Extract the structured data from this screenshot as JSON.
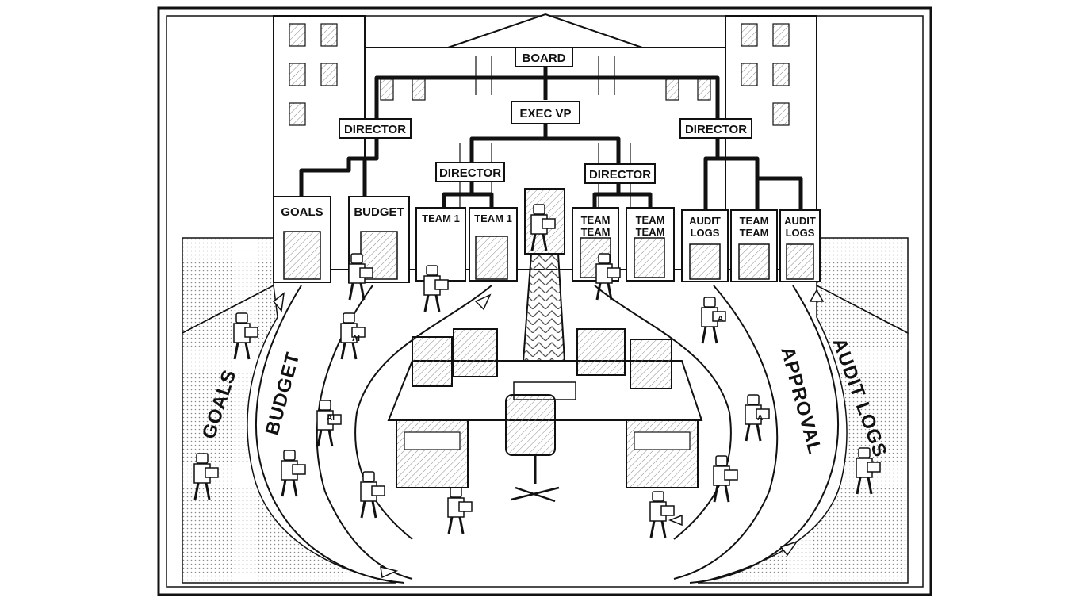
{
  "colors": {
    "ink": "#111111",
    "paper": "#ffffff",
    "hatch": "#8a8a8a"
  },
  "org_chart": {
    "board": "BOARD",
    "exec_vp": "EXEC VP",
    "director_left": "DIRECTOR",
    "director_right": "DIRECTOR",
    "director_center_left": "DIRECTOR",
    "director_center_right": "DIRECTOR"
  },
  "doors": {
    "goals": "GOALS",
    "budget": "BUDGET",
    "team1_a": "TEAM 1",
    "team1_b": "TEAM 1",
    "team_team_a": {
      "line1": "TEAM",
      "line2": "TEAM"
    },
    "team_team_b": {
      "line1": "TEAM",
      "line2": "TEAM"
    },
    "audit_logs_a": {
      "line1": "AUDIT",
      "line2": "LOGS"
    },
    "team_team_c": {
      "line1": "TEAM",
      "line2": "TEAM"
    },
    "audit_logs_b": {
      "line1": "AUDIT",
      "line2": "LOGS"
    }
  },
  "paths": {
    "goals": "GOALS",
    "budget": "BUDGET",
    "approval": "APPROVAL",
    "audit_logs": "AUDIT LOGS"
  },
  "robots": {
    "badge": "AI",
    "badge_short": "A"
  },
  "icons": [
    "robot-icon",
    "monitor-icon",
    "office-chair-icon",
    "file-box-icon",
    "arrow-icon"
  ]
}
